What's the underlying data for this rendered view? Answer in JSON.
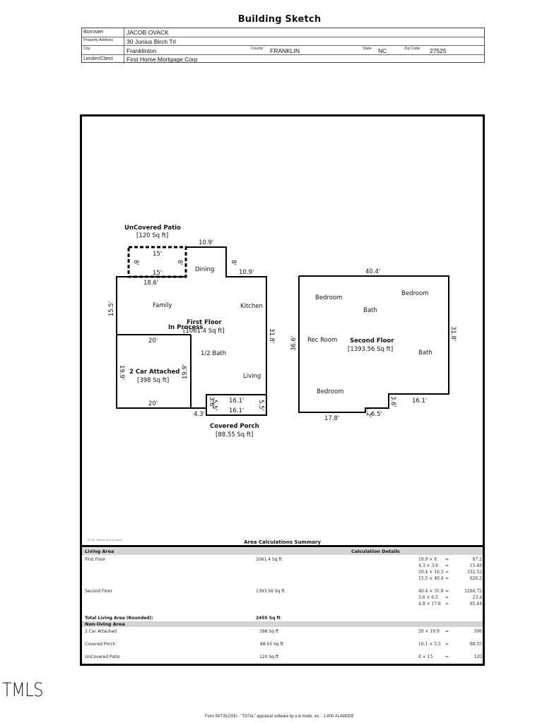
{
  "document": {
    "title": "Building Sketch",
    "watermark": "In Process",
    "credit": "TOTAL Sketch by a la mode",
    "logo": "TMLS",
    "footer": "Form SKT.BLDSKI - \"TOTAL\" appraisal software by a la mode, inc. - 1-800-ALAMODE"
  },
  "header": {
    "borrower_label": "Borrower",
    "borrower": "JACOB OVACK",
    "address_label": "Property Address",
    "address": "30 Junius Birch Trl",
    "city_label": "City",
    "city": "Franklinton",
    "county_label": "County",
    "county": "FRANKLIN",
    "state_label": "State",
    "state": "NC",
    "zip_label": "Zip Code",
    "zip": "27525",
    "lender_label": "Lender/Client",
    "lender": "First Home Mortgage Corp"
  },
  "sketch": {
    "patio": {
      "name": "UnCovered Patio",
      "area": "[120 Sq ft]",
      "dims": [
        "15'",
        "15'",
        "8'",
        "8'"
      ]
    },
    "first_floor": {
      "name": "First Floor",
      "area": "[1061.4 Sq ft]",
      "rooms": [
        "Dining",
        "Family",
        "Kitchen",
        "1/2 Bath",
        "Living"
      ],
      "dims": {
        "top": "10.9'",
        "step_v": "8'",
        "step_h": "10.9'",
        "left_top": "18.6'",
        "left": "15.5'",
        "right": "31.8'",
        "bottom": "4.3'"
      }
    },
    "garage": {
      "name": "2 Car Attached",
      "area": "[398 Sq ft]",
      "dims": {
        "top": "20'",
        "bottom": "20'",
        "left": "19.9'",
        "right": "19.9'"
      }
    },
    "porch": {
      "name": "Covered Porch",
      "area": "[88.55 Sq ft]",
      "dims": {
        "top": "16.1'",
        "bottom": "16.1'",
        "left": "5.5'",
        "left2": "3.6'",
        "right": "5.5'"
      }
    },
    "second_floor": {
      "name": "Second Floor",
      "area": "[1393.56 Sq ft]",
      "rooms": [
        "Bedroom",
        "Bedroom",
        "Bath",
        "Rec Room",
        "Bath",
        "Bedroom"
      ],
      "dims": {
        "top": "40.4'",
        "left": "36.6'",
        "right": "31.8'",
        "bottom_left": "17.8'",
        "step_small": "1.2'",
        "step_mid": "6.5'",
        "step_v": "3.6'",
        "bottom_right": "16.1'"
      }
    }
  },
  "summary": {
    "title": "Area Calculations Summary",
    "living_header": "Living Area",
    "details_header": "Calculation Details",
    "living": [
      {
        "name": "First Floor",
        "area": "1061.4 Sq ft",
        "calcs": [
          {
            "expr": "10.9 × 8",
            "eq": "=",
            "res": "87.2"
          },
          {
            "expr": "4.3 × 3.6",
            "eq": "=",
            "res": "15.48"
          },
          {
            "expr": "20.4 × 16.3",
            "eq": "=",
            "res": "332.52"
          },
          {
            "expr": "15.5 × 40.4",
            "eq": "=",
            "res": "626.2"
          }
        ]
      },
      {
        "name": "Second Floor",
        "area": "1393.56 Sq ft",
        "calcs": [
          {
            "expr": "40.4 × 31.8",
            "eq": "=",
            "res": "1284.72"
          },
          {
            "expr": "3.6 × 6.5",
            "eq": "=",
            "res": "23.4"
          },
          {
            "expr": "4.8 × 17.8",
            "eq": "=",
            "res": "85.44"
          }
        ]
      }
    ],
    "total_label": "Total Living Area (Rounded):",
    "total_value": "2455 Sq ft",
    "nonliving_header": "Non-living Area",
    "nonliving": [
      {
        "name": "2 Car Attached",
        "area": "398 Sq ft",
        "calc": {
          "expr": "20 × 19.9",
          "eq": "=",
          "res": "398"
        }
      },
      {
        "name": "Covered Porch",
        "area": "88.55 Sq ft",
        "calc": {
          "expr": "16.1 × 5.5",
          "eq": "=",
          "res": "88.55"
        }
      },
      {
        "name": "UnCovered Patio",
        "area": "120 Sq ft",
        "calc": {
          "expr": "8 × 15",
          "eq": "=",
          "res": "120"
        }
      }
    ]
  }
}
